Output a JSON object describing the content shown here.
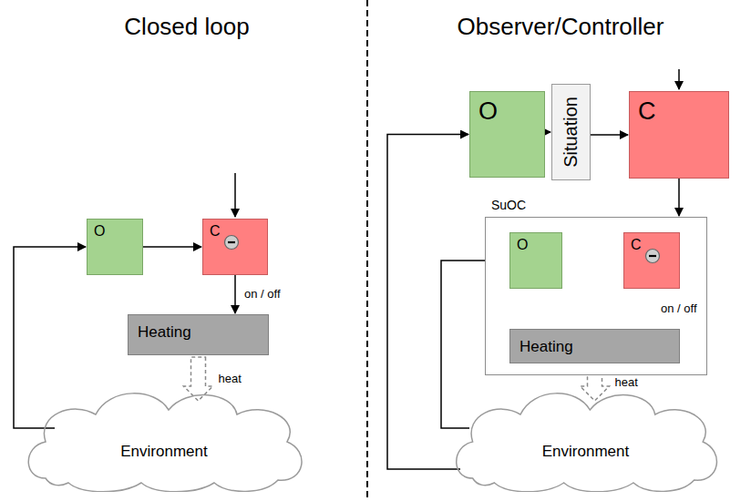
{
  "diagram": {
    "nodes": [
      {
        "text": [
          "O"
        ]
      },
      {
        "text": [
          "C"
        ]
      },
      {
        "text": [
          "Heating"
        ]
      },
      {
        "text": [
          "Environment"
        ]
      },
      {
        "text": [
          "O"
        ]
      },
      {
        "text": [
          "Situation"
        ]
      },
      {
        "text": [
          "C"
        ]
      },
      {
        "text": [
          "SuOC"
        ]
      },
      {
        "text": [
          "O"
        ],
        "in": 7
      },
      {
        "text": [
          "C"
        ],
        "in": 7
      },
      {
        "text": [
          "Heating"
        ],
        "in": 7
      },
      {
        "text": [
          "Environment"
        ]
      }
    ],
    "edges": [
      {
        "from": 3,
        "to": 0,
        "arrow": "to"
      },
      {
        "from": 0,
        "to": 1,
        "arrow": "to"
      },
      {
        "from": 1,
        "to": 2,
        "label": "on / off",
        "arrow": "to"
      },
      {
        "from": 2,
        "to": 3,
        "label": "heat",
        "arrow": "to"
      },
      {
        "from": 11,
        "to": 4,
        "arrow": "to"
      },
      {
        "from": 4,
        "to": 5,
        "arrow": "to"
      },
      {
        "from": 5,
        "to": 6,
        "arrow": "to"
      },
      {
        "from": 6,
        "to": 7,
        "arrow": "to"
      },
      {
        "from": 11,
        "to": 8,
        "arrow": "to"
      },
      {
        "from": 8,
        "to": 9,
        "arrow": "to"
      },
      {
        "from": 9,
        "to": 10,
        "label": "on / off",
        "arrow": "to"
      },
      {
        "from": 10,
        "to": 11,
        "label": "heat",
        "arrow": "to"
      }
    ],
    "labels": [
      "Closed loop",
      "Observer/Controller"
    ]
  }
}
